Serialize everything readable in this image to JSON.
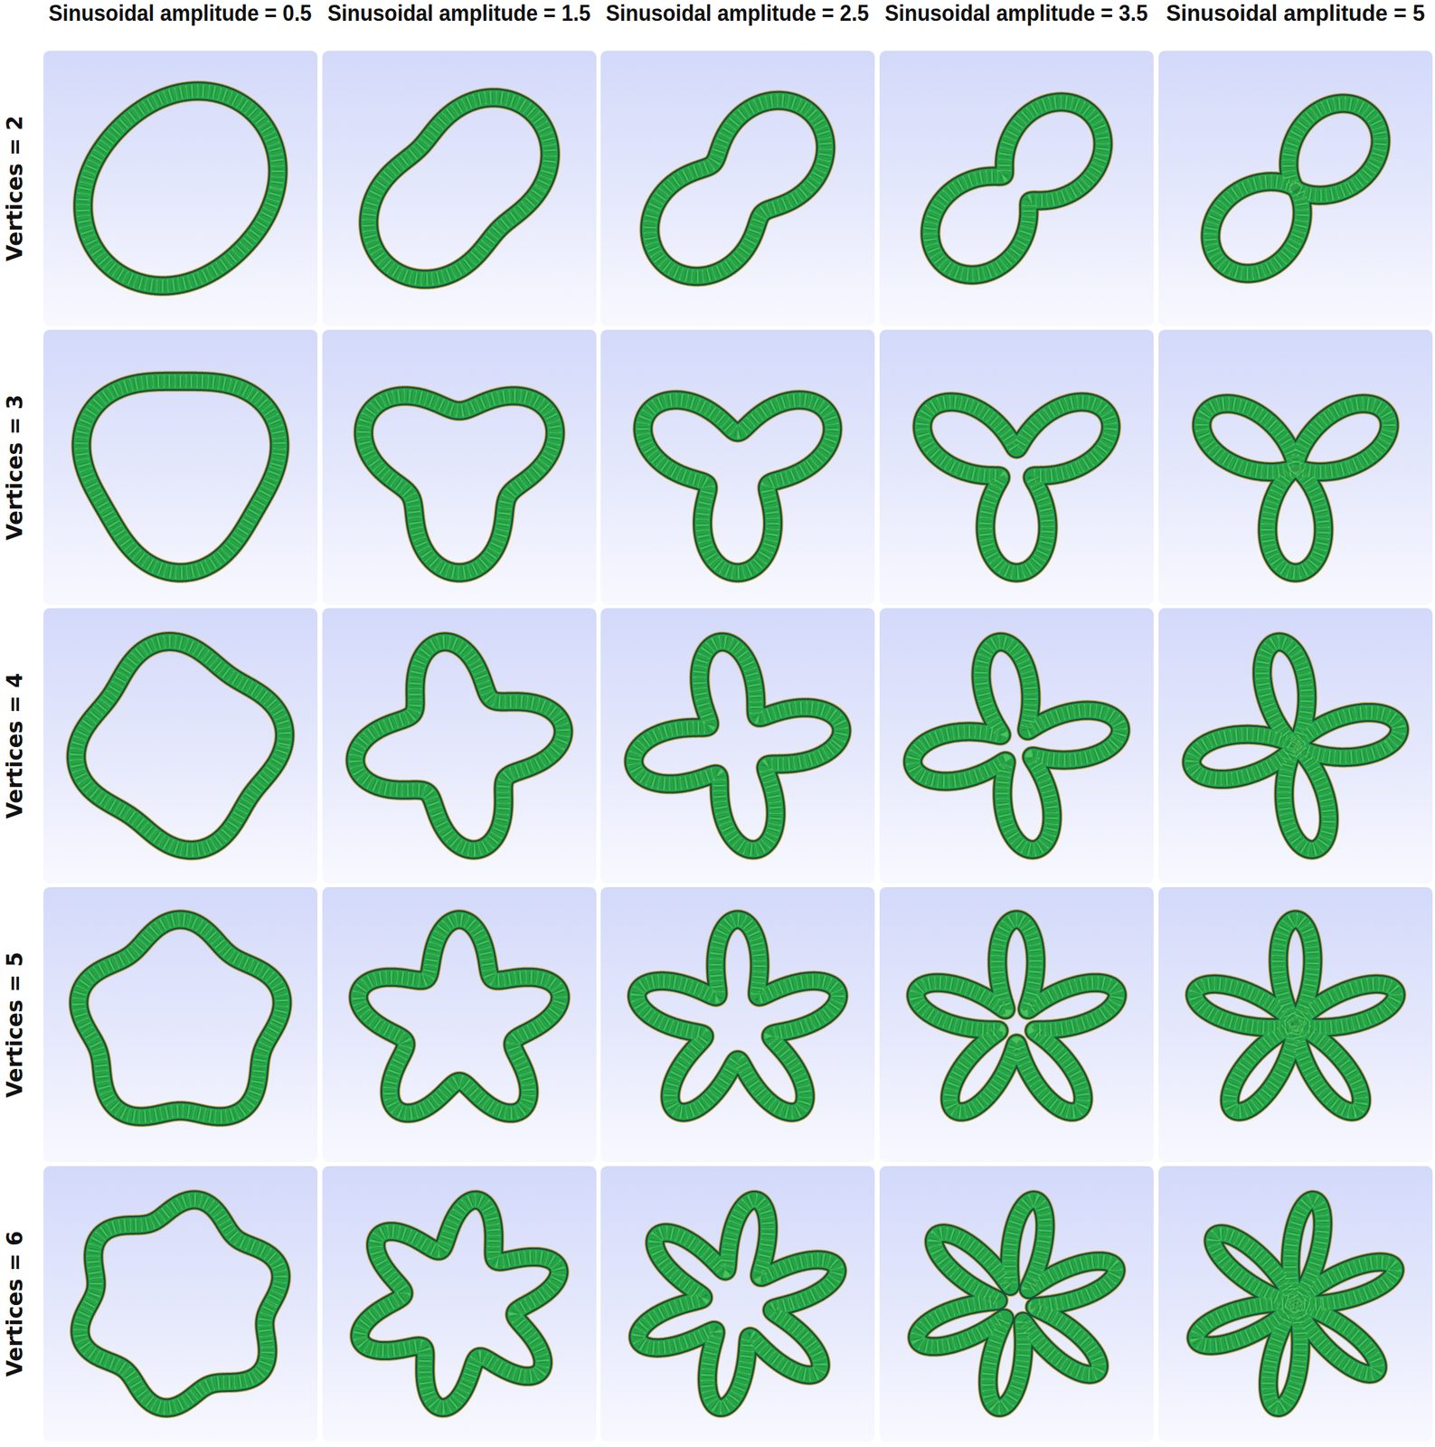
{
  "diagram": {
    "labels": [
      "Sinusoidal amplitude = 0.5",
      "Sinusoidal amplitude = 1.5",
      "Sinusoidal amplitude = 2.5",
      "Sinusoidal amplitude = 3.5",
      "Sinusoidal amplitude = 5",
      "Vertices = 2",
      "Vertices = 3",
      "Vertices = 4",
      "Vertices = 5",
      "Vertices = 6"
    ]
  }
}
